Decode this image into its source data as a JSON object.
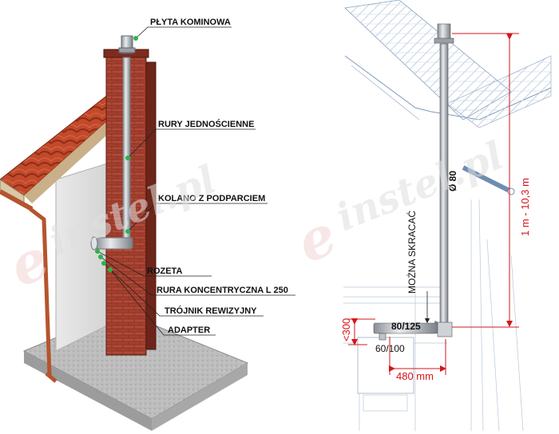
{
  "left_labels": [
    "PŁYTA KOMINOWA",
    "RURY JEDNOŚCIENNE",
    "KOLANO Z PODPARCIEM",
    "ROZETA",
    "RURA KONCENTRYCZNA L 250",
    "TRÓJNIK REWIZYJNY",
    "ADAPTER"
  ],
  "right_dimensions": {
    "pipe_diameter": "Ø 80",
    "height_range": "1 m - 10,3 m",
    "can_shorten": "MOŻNA SKRACAĆ",
    "concentric_size": "80/125",
    "boiler_connection": "60/100",
    "horizontal_length": "480 mm",
    "max_height": "<300"
  },
  "watermark": {
    "letter": "e",
    "text": "instel.pl"
  },
  "colors": {
    "label_dot": "#2db34a",
    "dimension_red": "#d4161c",
    "brick": "#9c3a2c",
    "roof_tile": "#c24a2a",
    "gutter": "#b5542d",
    "watermark": "#e5e5e5",
    "watermark_e": "#f3d4d4"
  }
}
